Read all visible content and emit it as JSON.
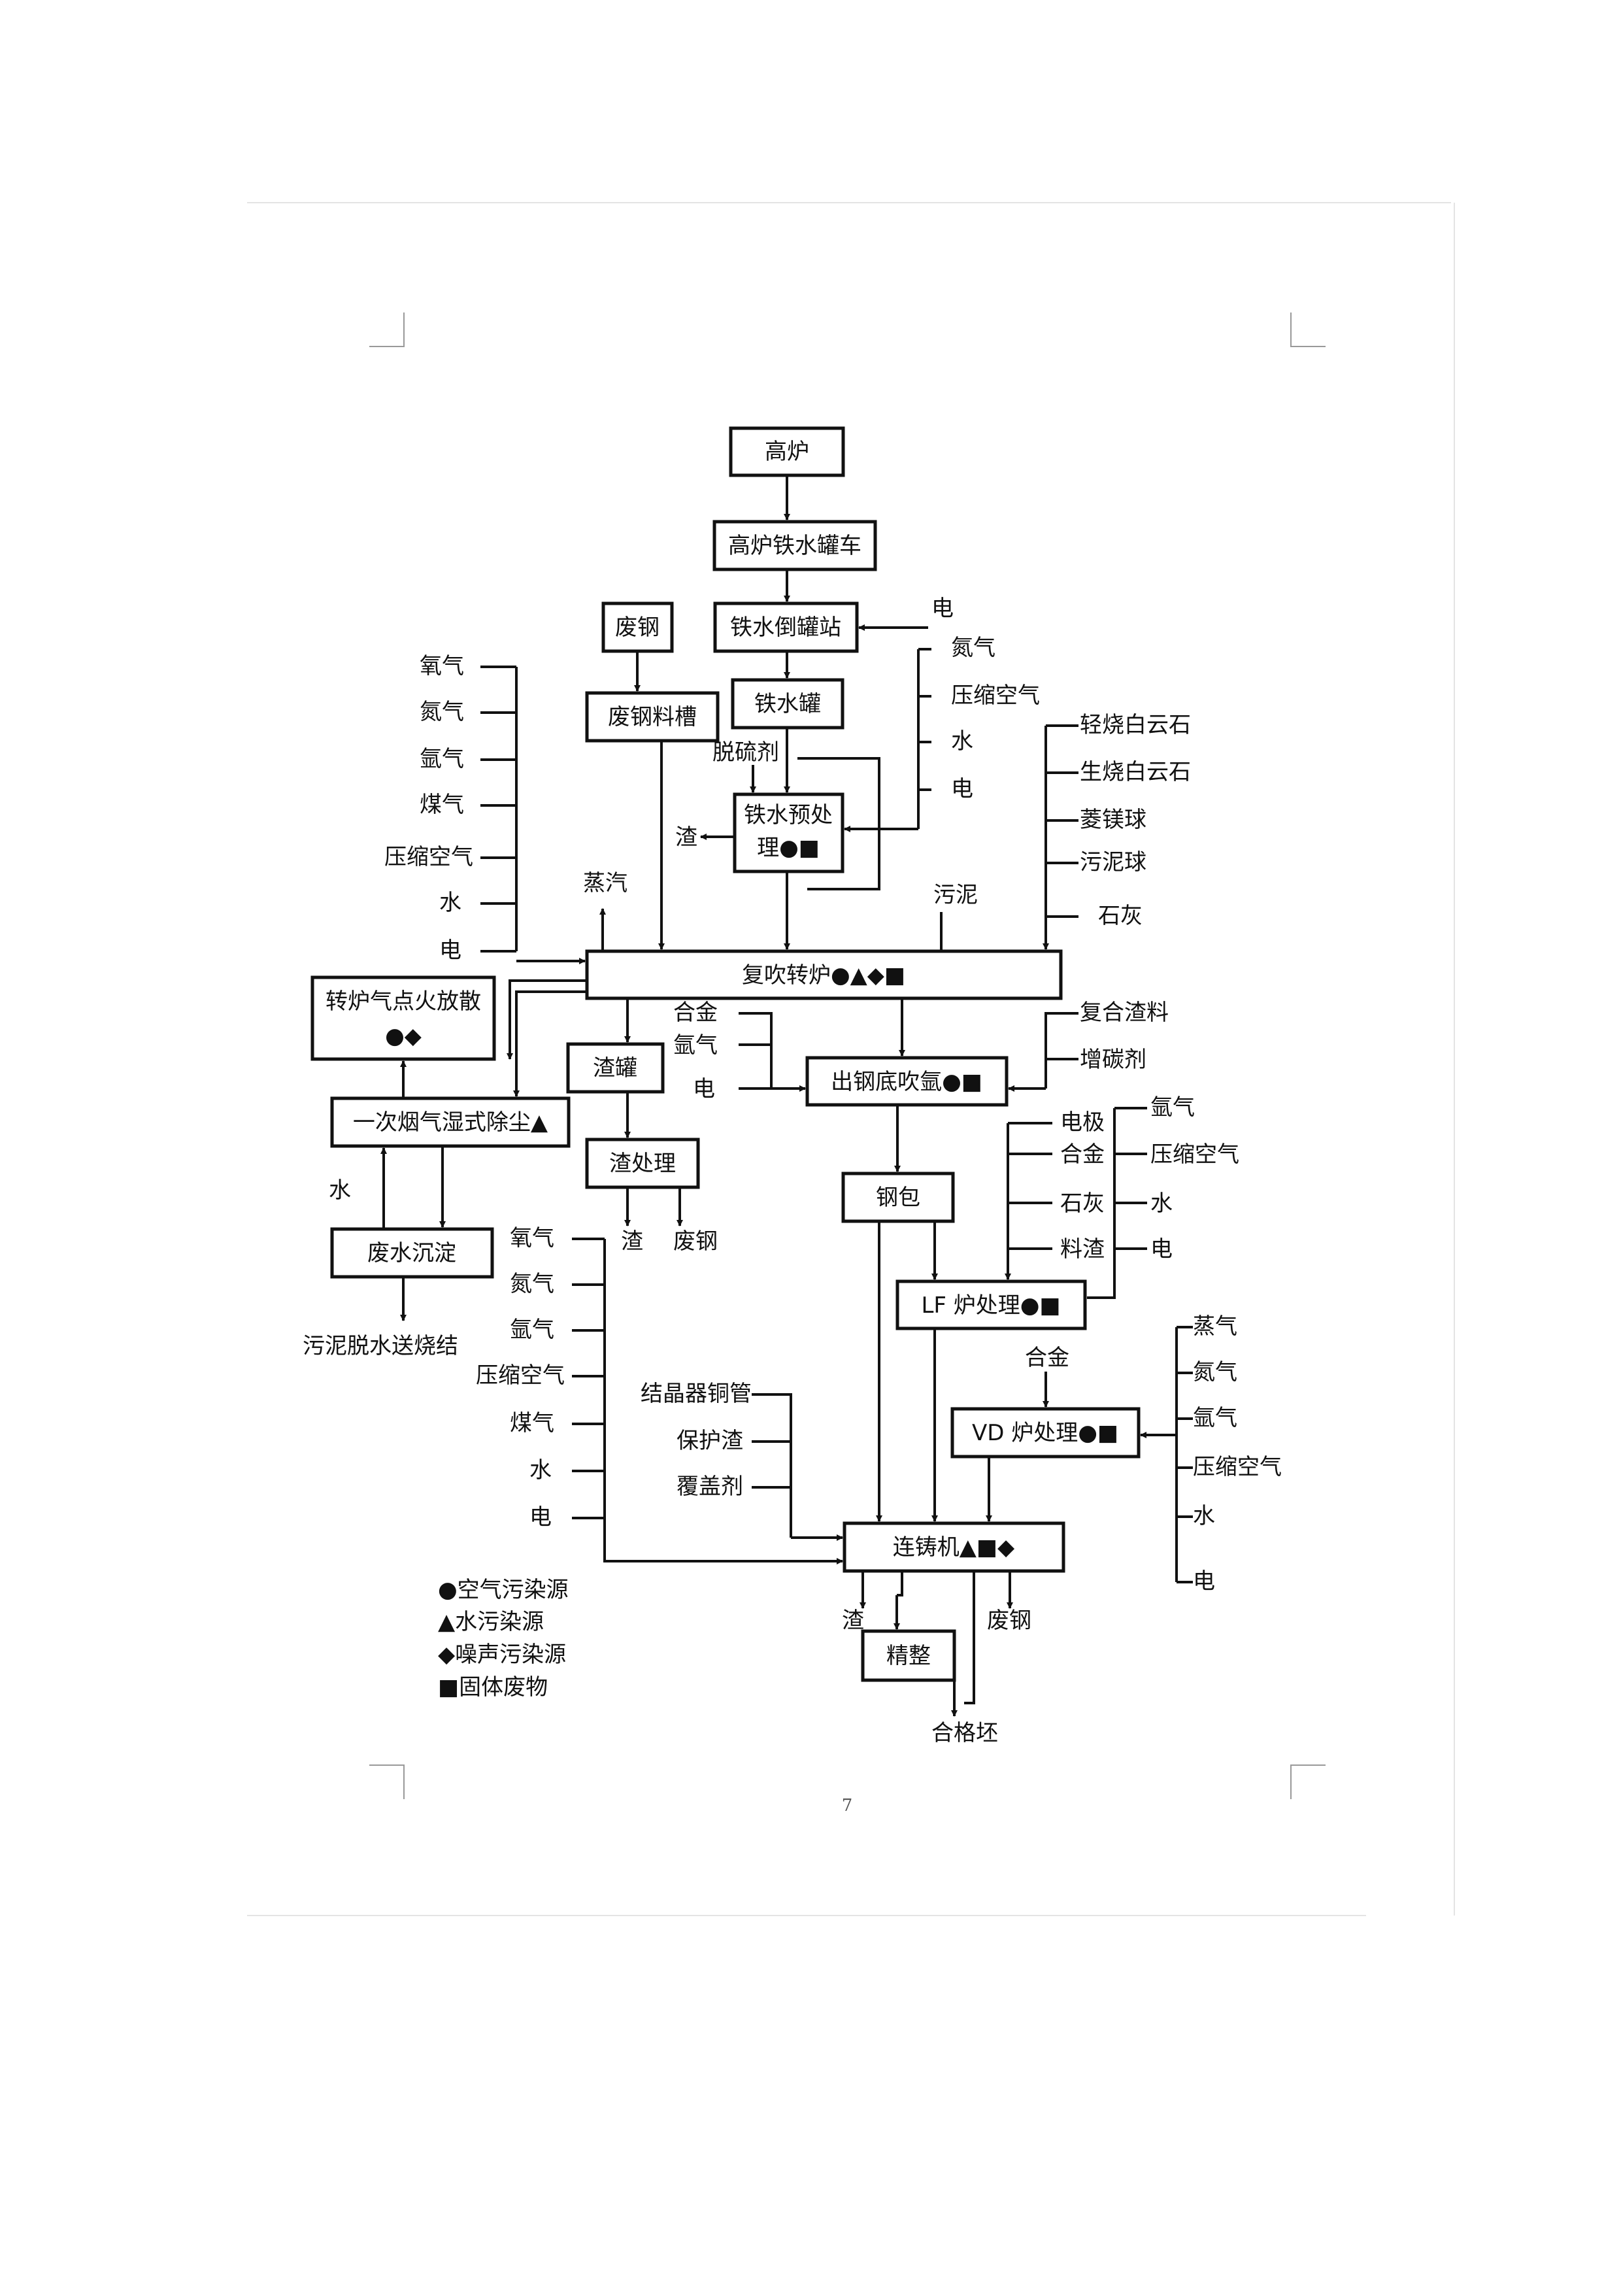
{
  "boxes": {
    "gaolu": "高炉",
    "gaolu_tieshui_guanche": "高炉铁水罐车",
    "feigang": "废钢",
    "tieshui_daoguan": "铁水倒罐站",
    "feigang_liaocao": "废钢料槽",
    "tieshui_guan": "铁水罐",
    "yuchuli_line1": "铁水预处",
    "yuchuli_line2": "理●■",
    "fuchui_zhuanlu": "复吹转炉●▲◆■",
    "dianhuo_line1": "转炉气点火放散",
    "dianhuo_line2": "●◆",
    "zhaguan": "渣罐",
    "zhachuli": "渣处理",
    "chugang": "出钢底吹氩●■",
    "yanqi_chuchen": "一次烟气湿式除尘▲",
    "feishui_chendian": "废水沉淀",
    "ganbao": "钢包",
    "lf": "LF 炉处理●■",
    "vd": "VD 炉处理●■",
    "liánzhu": "连铸机▲■◆",
    "jingzheng": "精整"
  },
  "labels": {
    "dian_top": "电",
    "converter_inputs": [
      "氧气",
      "氮气",
      "氩气",
      "煤气",
      "压缩空气",
      "水",
      "电"
    ],
    "pretreat_inputs": [
      "氮气",
      "压缩空气",
      "水",
      "电"
    ],
    "flux_inputs": [
      "轻烧白云石",
      "生烧白云石",
      "菱镁球",
      "污泥球",
      "石灰"
    ],
    "tuoliuji": "脱硫剂",
    "zha_pre": "渣",
    "zhengqi": "蒸汽",
    "wuni": "污泥",
    "tap_inputs": [
      "合金",
      "氩气",
      "电"
    ],
    "tap_right_inputs": [
      "复合渣料",
      "增碳剂"
    ],
    "lf_inputs_a": [
      "电极",
      "合金",
      "石灰",
      "料渣"
    ],
    "lf_inputs_b": [
      "氩气",
      "压缩空气",
      "水",
      "电"
    ],
    "shui_left": "水",
    "wuni_tuoshui": "污泥脱水送烧结",
    "zha_out": "渣",
    "feigang_out": "废钢",
    "caster_gas_inputs": [
      "氧气",
      "氮气",
      "氩气",
      "压缩空气",
      "煤气",
      "水",
      "电"
    ],
    "caster_mat_inputs": [
      "结晶器铜管",
      "保护渣",
      "覆盖剂"
    ],
    "hejin_vd": "合金",
    "vd_inputs": [
      "蒸气",
      "氮气",
      "氩气",
      "压缩空气",
      "水",
      "电"
    ],
    "caster_zha": "渣",
    "caster_feigang": "废钢",
    "hegepi": "合格坯"
  },
  "legend": [
    "●空气污染源",
    "▲水污染源",
    "◆噪声污染源",
    "■固体废物"
  ],
  "page_number": "7"
}
